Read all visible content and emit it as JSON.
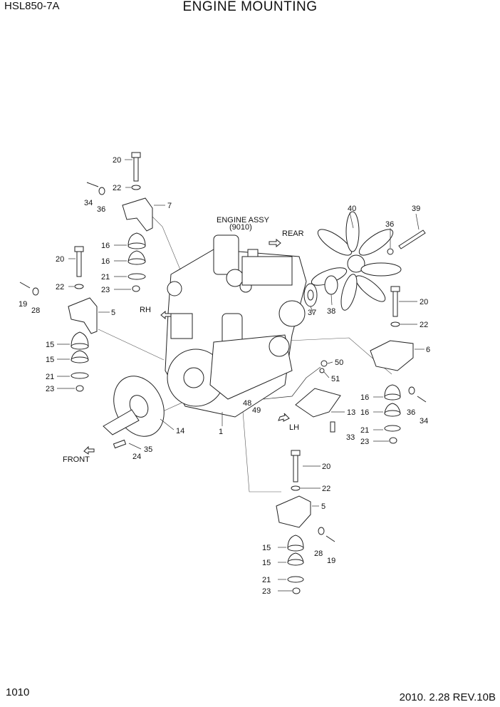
{
  "header": {
    "model": "HSL850-7A",
    "title": "ENGINE MOUNTING"
  },
  "footer": {
    "page": "1010",
    "date_rev": "2010. 2.28  REV.10B"
  },
  "engine": {
    "name": "ENGINE ASSY",
    "ref": "(9010)"
  },
  "directions": {
    "rear": "REAR",
    "rh": "RH",
    "lh": "LH",
    "front": "FRONT"
  },
  "callouts": {
    "top": [
      "20",
      "22",
      "34",
      "36",
      "7",
      "16",
      "16",
      "21",
      "23"
    ],
    "left": [
      "20",
      "22",
      "19",
      "28",
      "5",
      "15",
      "15",
      "21",
      "23"
    ],
    "fan": [
      "40",
      "36",
      "39",
      "37",
      "38"
    ],
    "right": [
      "20",
      "22",
      "6",
      "16",
      "16",
      "36",
      "34",
      "21",
      "23"
    ],
    "hose": [
      "50",
      "51",
      "48",
      "49",
      "13",
      "33"
    ],
    "front": [
      "14",
      "1",
      "35",
      "24"
    ],
    "bottom": [
      "20",
      "22",
      "5",
      "15",
      "28",
      "19",
      "15",
      "21",
      "23"
    ]
  }
}
